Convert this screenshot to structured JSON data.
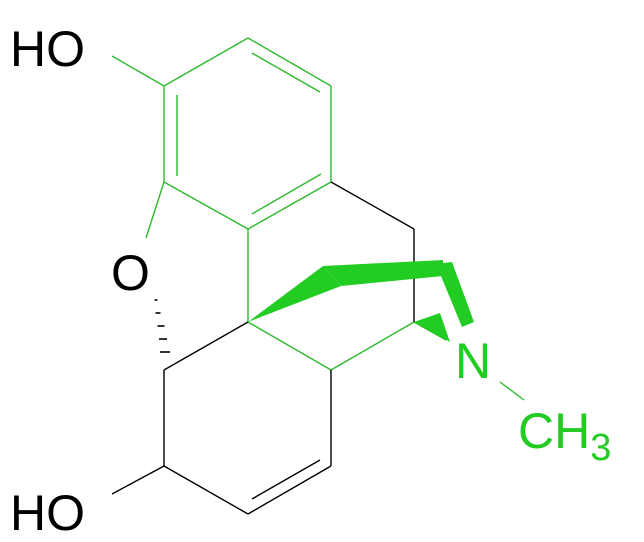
{
  "colors": {
    "background": "#ffffff",
    "bond_black": "#000000",
    "bond_green": "#2eb82e",
    "highlight_green": "#22cc22",
    "label_black": "#000000",
    "label_green": "#22cc22"
  },
  "labels": {
    "hydroxyl_top": "HO",
    "hydroxyl_bottom": "HO",
    "ether_oxygen": "O",
    "amine_nitrogen": "N",
    "methyl_c": "CH",
    "methyl_sub": "3"
  }
}
